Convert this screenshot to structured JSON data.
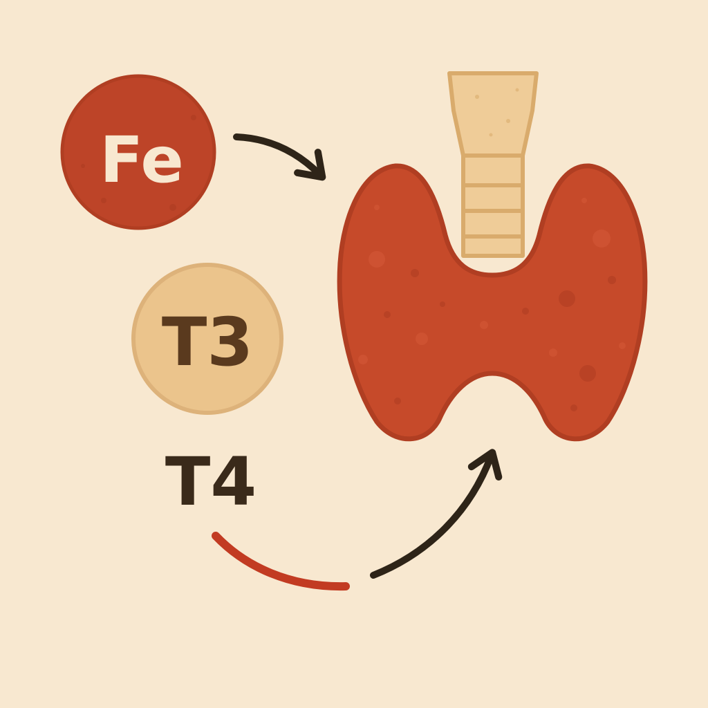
{
  "labels": {
    "iron": "Fe",
    "t3": "T3",
    "t4": "T4"
  },
  "colors": {
    "background": "#f8e8d0",
    "thyroid": "#c64a2a",
    "thyroid_outline": "#b03e22",
    "iron_circle": "#bd4428",
    "iron_text": "#f8e8d0",
    "t3_circle": "#ebc48c",
    "t3_outline": "#ddb27a",
    "trachea": "#efcc98",
    "trachea_outline": "#d9ab6c",
    "text_dark": "#3a2a1a",
    "arrow": "#2e2418",
    "arc_red": "#c23b22"
  },
  "icons": {
    "organ": "thyroid-gland-icon",
    "airway": "trachea-icon"
  }
}
